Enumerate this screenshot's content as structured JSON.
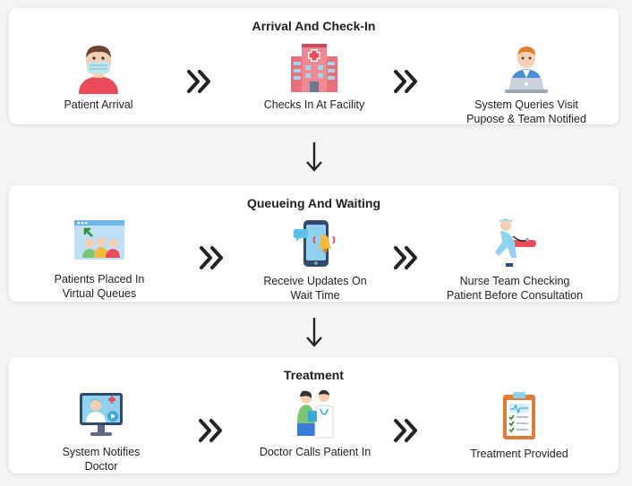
{
  "sections": [
    {
      "title": "Arrival And Check-In",
      "steps": [
        {
          "label": "Patient Arrival",
          "icon": "masked-patient-icon"
        },
        {
          "label": "Checks In At Facility",
          "icon": "hospital-building-icon"
        },
        {
          "label": "System Queries Visit\nPupose & Team Notified",
          "icon": "staff-at-laptop-icon"
        }
      ]
    },
    {
      "title": "Queueing And Waiting",
      "steps": [
        {
          "label": "Patients Placed In\nVirtual Queues",
          "icon": "virtual-queue-screen-icon"
        },
        {
          "label": "Receive Updates On\nWait Time",
          "icon": "phone-notification-icon"
        },
        {
          "label": "Nurse Team Checking\nPatient Before Consultation",
          "icon": "nurse-checking-patient-icon"
        }
      ]
    },
    {
      "title": "Treatment",
      "steps": [
        {
          "label": "System Notifies\nDoctor",
          "icon": "monitor-doctor-icon"
        },
        {
          "label": "Doctor Calls Patient In",
          "icon": "doctor-with-patient-icon"
        },
        {
          "label": "Treatment Provided",
          "icon": "medical-clipboard-icon"
        }
      ]
    }
  ]
}
